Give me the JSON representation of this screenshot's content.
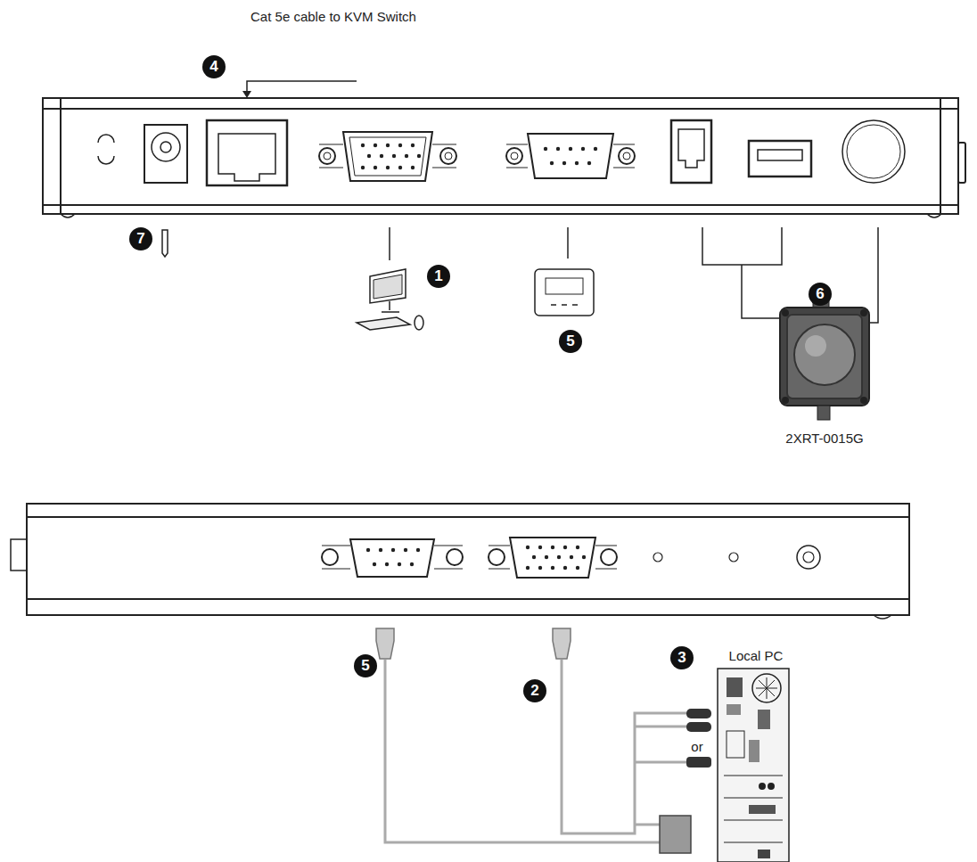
{
  "diagram": {
    "labels": [
      "Cat 5e cable to KVM Switch",
      "4",
      "7",
      "1",
      "5",
      "6",
      "2XRT-0015G",
      "Local PC",
      "3",
      "5",
      "2",
      "or"
    ]
  }
}
